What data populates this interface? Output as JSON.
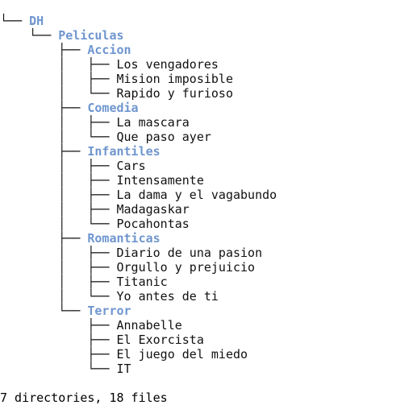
{
  "tree": {
    "root": ".",
    "lines": [
      {
        "prefix": "└── ",
        "name": "DH",
        "kind": "dir"
      },
      {
        "prefix": "    └── ",
        "name": "Peliculas",
        "kind": "dir"
      },
      {
        "prefix": "        ├── ",
        "name": "Accion",
        "kind": "dir"
      },
      {
        "prefix": "        │   ├── ",
        "name": "Los vengadores",
        "kind": "file"
      },
      {
        "prefix": "        │   ├── ",
        "name": "Mision imposible",
        "kind": "file"
      },
      {
        "prefix": "        │   └── ",
        "name": "Rapido y furioso",
        "kind": "file"
      },
      {
        "prefix": "        ├── ",
        "name": "Comedia",
        "kind": "dir"
      },
      {
        "prefix": "        │   ├── ",
        "name": "La mascara",
        "kind": "file"
      },
      {
        "prefix": "        │   └── ",
        "name": "Que paso ayer",
        "kind": "file"
      },
      {
        "prefix": "        ├── ",
        "name": "Infantiles",
        "kind": "dir"
      },
      {
        "prefix": "        │   ├── ",
        "name": "Cars",
        "kind": "file"
      },
      {
        "prefix": "        │   ├── ",
        "name": "Intensamente",
        "kind": "file"
      },
      {
        "prefix": "        │   ├── ",
        "name": "La dama y el vagabundo",
        "kind": "file"
      },
      {
        "prefix": "        │   ├── ",
        "name": "Madagaskar",
        "kind": "file"
      },
      {
        "prefix": "        │   └── ",
        "name": "Pocahontas",
        "kind": "file"
      },
      {
        "prefix": "        ├── ",
        "name": "Romanticas",
        "kind": "dir"
      },
      {
        "prefix": "        │   ├── ",
        "name": "Diario de una pasion",
        "kind": "file"
      },
      {
        "prefix": "        │   ├── ",
        "name": "Orgullo y prejuicio",
        "kind": "file"
      },
      {
        "prefix": "        │   ├── ",
        "name": "Titanic",
        "kind": "file"
      },
      {
        "prefix": "        │   └── ",
        "name": "Yo antes de ti",
        "kind": "file"
      },
      {
        "prefix": "        └── ",
        "name": "Terror",
        "kind": "dir"
      },
      {
        "prefix": "            ├── ",
        "name": "Annabelle",
        "kind": "file"
      },
      {
        "prefix": "            ├── ",
        "name": "El Exorcista",
        "kind": "file"
      },
      {
        "prefix": "            ├── ",
        "name": "El juego del miedo",
        "kind": "file"
      },
      {
        "prefix": "            └── ",
        "name": "IT",
        "kind": "file"
      }
    ]
  },
  "summary": "7 directories, 18 files",
  "colors": {
    "directory": "#6f96cf",
    "file": "#111111",
    "background": "#ffffff"
  }
}
